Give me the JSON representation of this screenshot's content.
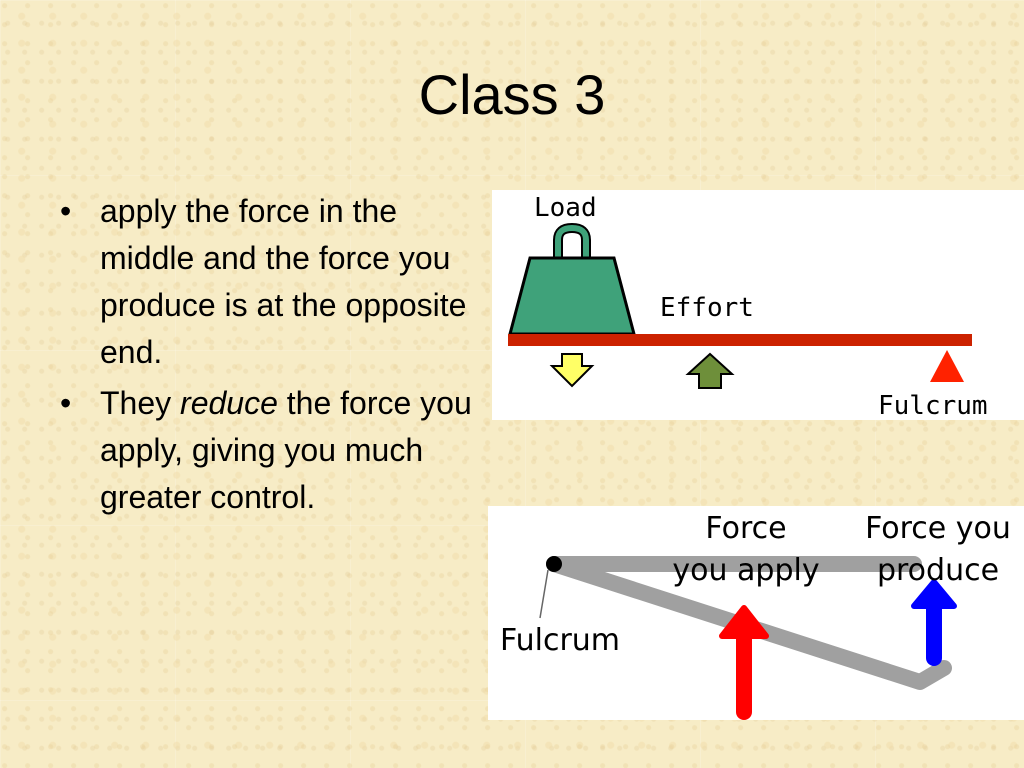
{
  "title": "Class 3",
  "bullets": {
    "b1": "apply the force in the middle and the force you produce is at the opposite end.",
    "b2_pre": "They ",
    "b2_em": "reduce",
    "b2_post": " the force you apply, giving you much greater control."
  },
  "diagram_top": {
    "load": "Load",
    "effort": "Effort",
    "fulcrum": "Fulcrum"
  },
  "diagram_bottom": {
    "force_apply_1": "Force",
    "force_apply_2": "you apply",
    "force_produce_1": "Force you",
    "force_produce_2": "produce",
    "fulcrum": "Fulcrum"
  },
  "colors": {
    "beam": "#cc2200",
    "weight": "#3fa27a",
    "down_arrow": "#ffff66",
    "up_arrow": "#6e8f3a",
    "fulcrum": "#ff2200",
    "lever": "#a0a0a0",
    "apply_arrow": "#ff0000",
    "produce_arrow": "#0000ff"
  }
}
